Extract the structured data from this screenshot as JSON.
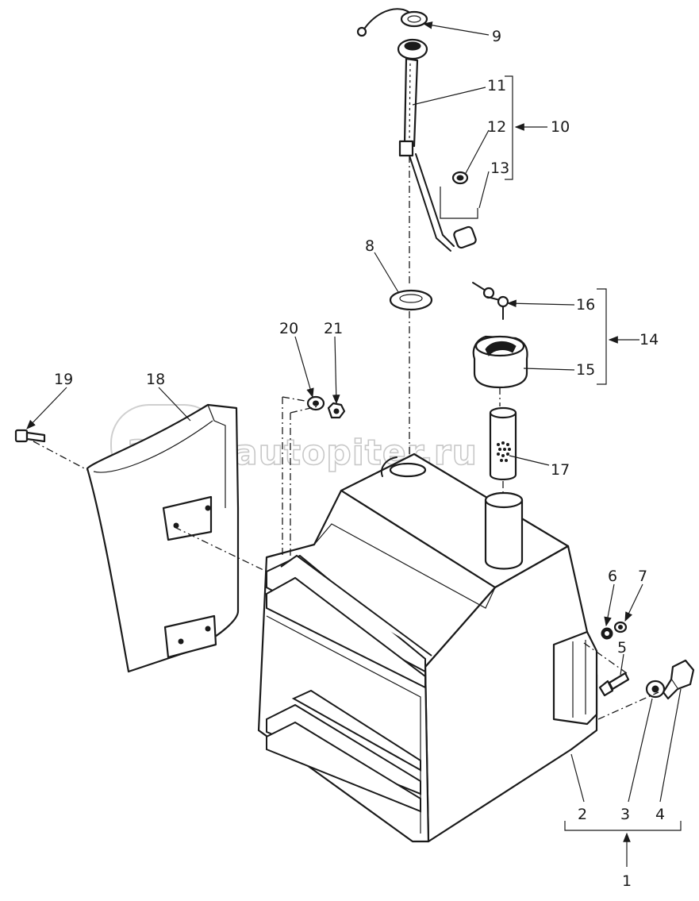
{
  "watermark": {
    "logo_text": "ax",
    "site_text": "autopiter.ru"
  },
  "callouts": [
    {
      "id": "c1",
      "text": "1"
    },
    {
      "id": "c2",
      "text": "2"
    },
    {
      "id": "c3",
      "text": "3"
    },
    {
      "id": "c4",
      "text": "4"
    },
    {
      "id": "c5",
      "text": "5"
    },
    {
      "id": "c6",
      "text": "6"
    },
    {
      "id": "c7",
      "text": "7"
    },
    {
      "id": "c8",
      "text": "8"
    },
    {
      "id": "c9",
      "text": "9"
    },
    {
      "id": "c10",
      "text": "10"
    },
    {
      "id": "c11",
      "text": "11"
    },
    {
      "id": "c12",
      "text": "12"
    },
    {
      "id": "c13",
      "text": "13"
    },
    {
      "id": "c14",
      "text": "14"
    },
    {
      "id": "c15",
      "text": "15"
    },
    {
      "id": "c16",
      "text": "16"
    },
    {
      "id": "c17",
      "text": "17"
    },
    {
      "id": "c18",
      "text": "18"
    },
    {
      "id": "c19",
      "text": "19"
    },
    {
      "id": "c20",
      "text": "20"
    },
    {
      "id": "c21",
      "text": "21"
    }
  ],
  "colors": {
    "ink": "#1a1a1a",
    "paper": "#ffffff",
    "watermark": "#c8c8c8"
  }
}
